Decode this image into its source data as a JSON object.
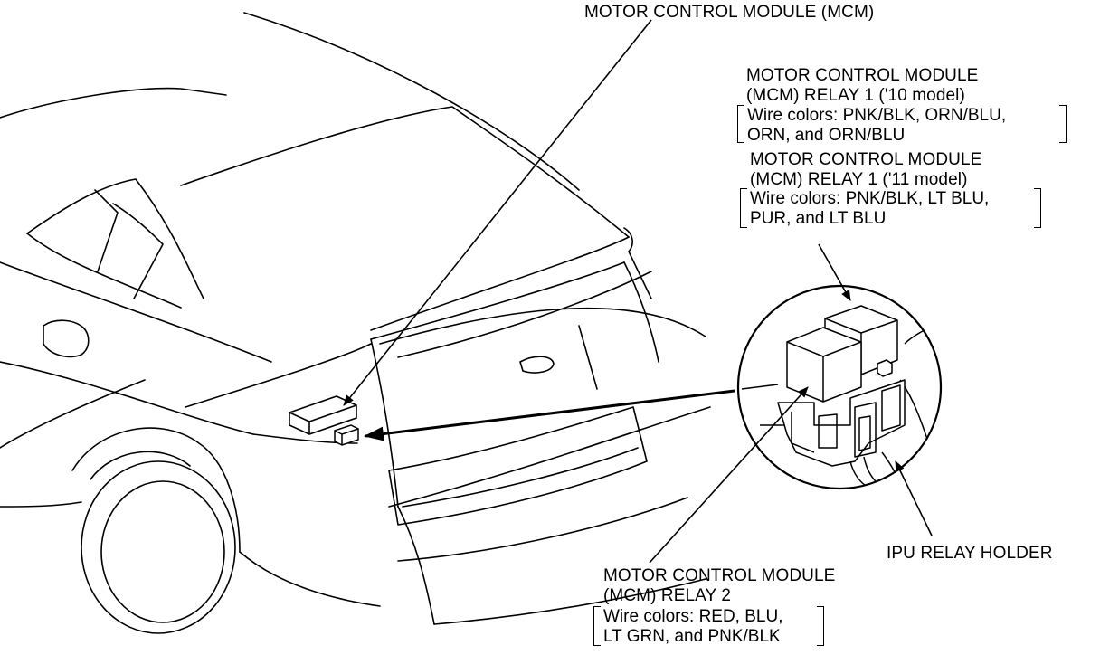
{
  "labels": {
    "mcm": "MOTOR CONTROL MODULE (MCM)",
    "relay1_10": {
      "title1": "MOTOR CONTROL MODULE",
      "title2": "(MCM) RELAY 1 ('10 model)",
      "wires1": "Wire colors: PNK/BLK, ORN/BLU,",
      "wires2": "ORN, and ORN/BLU"
    },
    "relay1_11": {
      "title1": "MOTOR CONTROL MODULE",
      "title2": "(MCM) RELAY 1 ('11 model)",
      "wires1": "Wire colors: PNK/BLK, LT BLU,",
      "wires2": "PUR, and LT BLU"
    },
    "ipu_holder": "IPU RELAY HOLDER",
    "relay2": {
      "title1": "MOTOR CONTROL MODULE",
      "title2": "(MCM) RELAY 2",
      "wires1": "Wire colors: RED, BLU,",
      "wires2": "LT GRN, and PNK/BLK"
    }
  }
}
